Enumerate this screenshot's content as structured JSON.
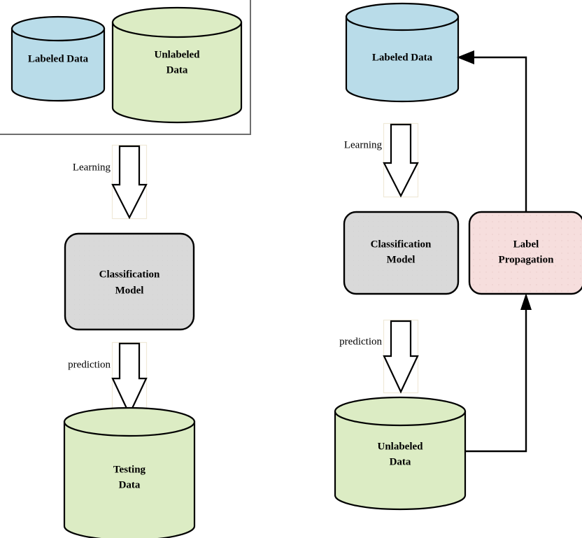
{
  "figure": {
    "type": "flowchart-diagram",
    "title": "",
    "background_color": "#ffffff"
  },
  "palette": {
    "labeled_data_fill": "#b9dce9",
    "unlabeled_data_fill": "#dcecc4",
    "testing_data_fill": "#dcecc4",
    "classification_model_fill": "#d9d9d9",
    "label_propagation_fill": "#f6dedd",
    "stroke": "#000000",
    "group_frame_stroke": "#6e6e6e",
    "arrow_fill": "#ffffff",
    "arrow_bbox_stroke": "#efe9d8"
  },
  "left_panel": {
    "name": "supervised-learning-pipeline",
    "training_group": {
      "name": "training-set-group",
      "label": ""
    },
    "nodes": [
      {
        "id": "labeled-data",
        "shape": "cylinder",
        "label": "Labeled Data",
        "fill": "#b9dce9"
      },
      {
        "id": "unlabeled-data",
        "shape": "cylinder",
        "label_line1": "Unlabeled",
        "label_line2": "Data",
        "fill": "#dcecc4"
      },
      {
        "id": "classification-model",
        "shape": "rounded-rect",
        "label_line1": "Classification",
        "label_line2": "Model",
        "fill": "#d9d9d9"
      },
      {
        "id": "testing-data",
        "shape": "cylinder",
        "label_line1": "Testing",
        "label_line2": "Data",
        "fill": "#dcecc4"
      }
    ],
    "edges": [
      {
        "id": "learning-arrow",
        "label": "Learning",
        "style": "hollow-block-arrow",
        "direction": "down",
        "from": "training-set-group",
        "to": "classification-model"
      },
      {
        "id": "prediction-arrow",
        "label": "prediction",
        "style": "hollow-block-arrow",
        "direction": "down",
        "from": "classification-model",
        "to": "testing-data"
      }
    ]
  },
  "right_panel": {
    "name": "semi-supervised-self-training-pipeline",
    "nodes": [
      {
        "id": "labeled-data-2",
        "shape": "cylinder",
        "label": "Labeled Data",
        "fill": "#b9dce9"
      },
      {
        "id": "classification-model-2",
        "shape": "rounded-rect",
        "label_line1": "Classification",
        "label_line2": "Model",
        "fill": "#d9d9d9"
      },
      {
        "id": "label-propagation",
        "shape": "rounded-rect",
        "label_line1": "Label",
        "label_line2": "Propagation",
        "fill": "#f6dedd"
      },
      {
        "id": "unlabeled-data-2",
        "shape": "cylinder",
        "label_line1": "Unlabeled",
        "label_line2": "Data",
        "fill": "#dcecc4"
      }
    ],
    "edges": [
      {
        "id": "learning-arrow-2",
        "label": "Learning",
        "style": "hollow-block-arrow",
        "direction": "down",
        "from": "labeled-data-2",
        "to": "classification-model-2"
      },
      {
        "id": "prediction-arrow-2",
        "label": "prediction",
        "style": "hollow-block-arrow",
        "direction": "down",
        "from": "classification-model-2",
        "to": "unlabeled-data-2"
      },
      {
        "id": "unlabeled-to-propagation-connector",
        "label": "",
        "style": "solid-line-with-filled-arrowhead",
        "direction": "right-then-up",
        "from": "unlabeled-data-2",
        "to": "label-propagation"
      },
      {
        "id": "propagation-to-labeled-connector",
        "label": "",
        "style": "solid-line-with-filled-arrowhead",
        "direction": "up-then-left",
        "from": "label-propagation",
        "to": "labeled-data-2"
      }
    ]
  }
}
